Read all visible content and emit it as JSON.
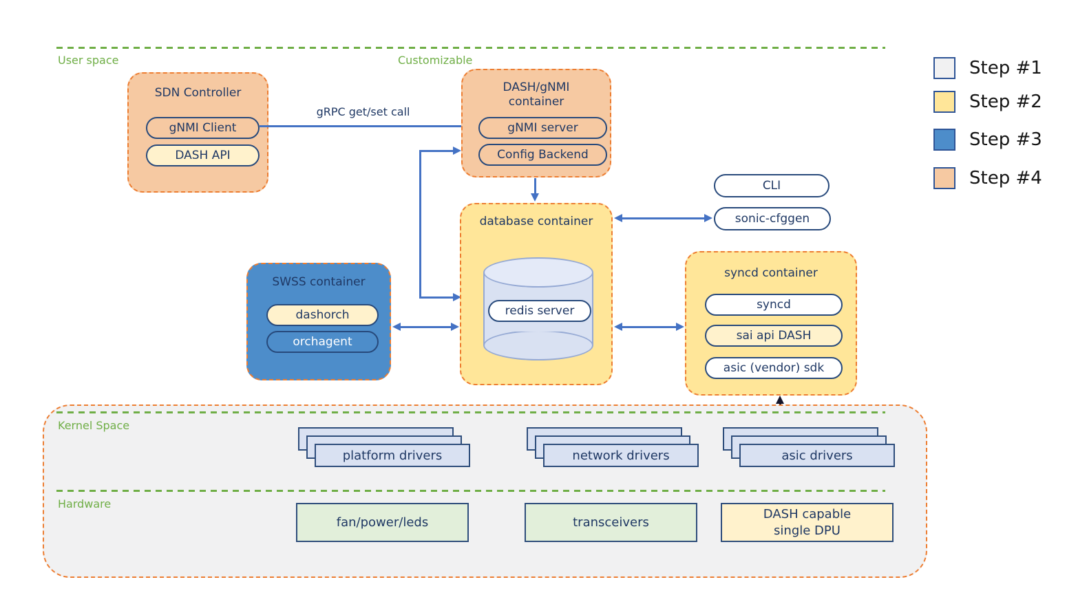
{
  "space_labels": {
    "user_space": "User space",
    "customizable": "Customizable",
    "kernel_space": "Kernel Space",
    "hardware": "Hardware"
  },
  "arrows": {
    "grpc_label": "gRPC get/set call"
  },
  "sdn_controller": {
    "title": "SDN Controller",
    "gnmi_client": "gNMI Client",
    "dash_api": "DASH API"
  },
  "dash_gnmi_container": {
    "title": "DASH/gNMI\ncontainer",
    "gnmi_server": "gNMI server",
    "config_backend": "Config Backend"
  },
  "database_container": {
    "title": "database container",
    "redis": "redis server"
  },
  "standalone_pills": {
    "cli": "CLI",
    "sonic_cfggen": "sonic-cfggen"
  },
  "swss_container": {
    "title": "SWSS container",
    "dashorch": "dashorch",
    "orchagent": "orchagent"
  },
  "syncd_container": {
    "title": "syncd container",
    "syncd": "syncd",
    "sai_api": "sai api DASH",
    "asic_sdk": "asic (vendor) sdk"
  },
  "kernel_drivers": [
    {
      "label": "platform drivers"
    },
    {
      "label": "network drivers"
    },
    {
      "label": "asic drivers"
    }
  ],
  "hardware_boxes": [
    {
      "label": "fan/power/leds",
      "color": "#E2EFDA"
    },
    {
      "label": "transceivers",
      "color": "#E2EFDA"
    },
    {
      "label": "DASH capable\nsingle DPU",
      "color": "#FFF2CC"
    }
  ],
  "legend": [
    {
      "label": "Step #1",
      "color": "#F1F1F2"
    },
    {
      "label": "Step #2",
      "color": "#FFE699"
    },
    {
      "label": "Step #3",
      "color": "#4D8DCA"
    },
    {
      "label": "Step #4",
      "color": "#F6C9A2"
    }
  ],
  "colors": {
    "peach_fill": "#F6C9A2",
    "yellow_fill": "#FFE699",
    "cream_fill": "#FFF2CC",
    "blue_fill": "#4D8DCA",
    "lavender_fill": "#D9E1F2",
    "gray_fill": "#F1F1F2",
    "green_accent": "#6FAE46",
    "orange_border": "#ED7D31",
    "navy": "#1F3864",
    "arrow_blue": "#4472C4"
  }
}
